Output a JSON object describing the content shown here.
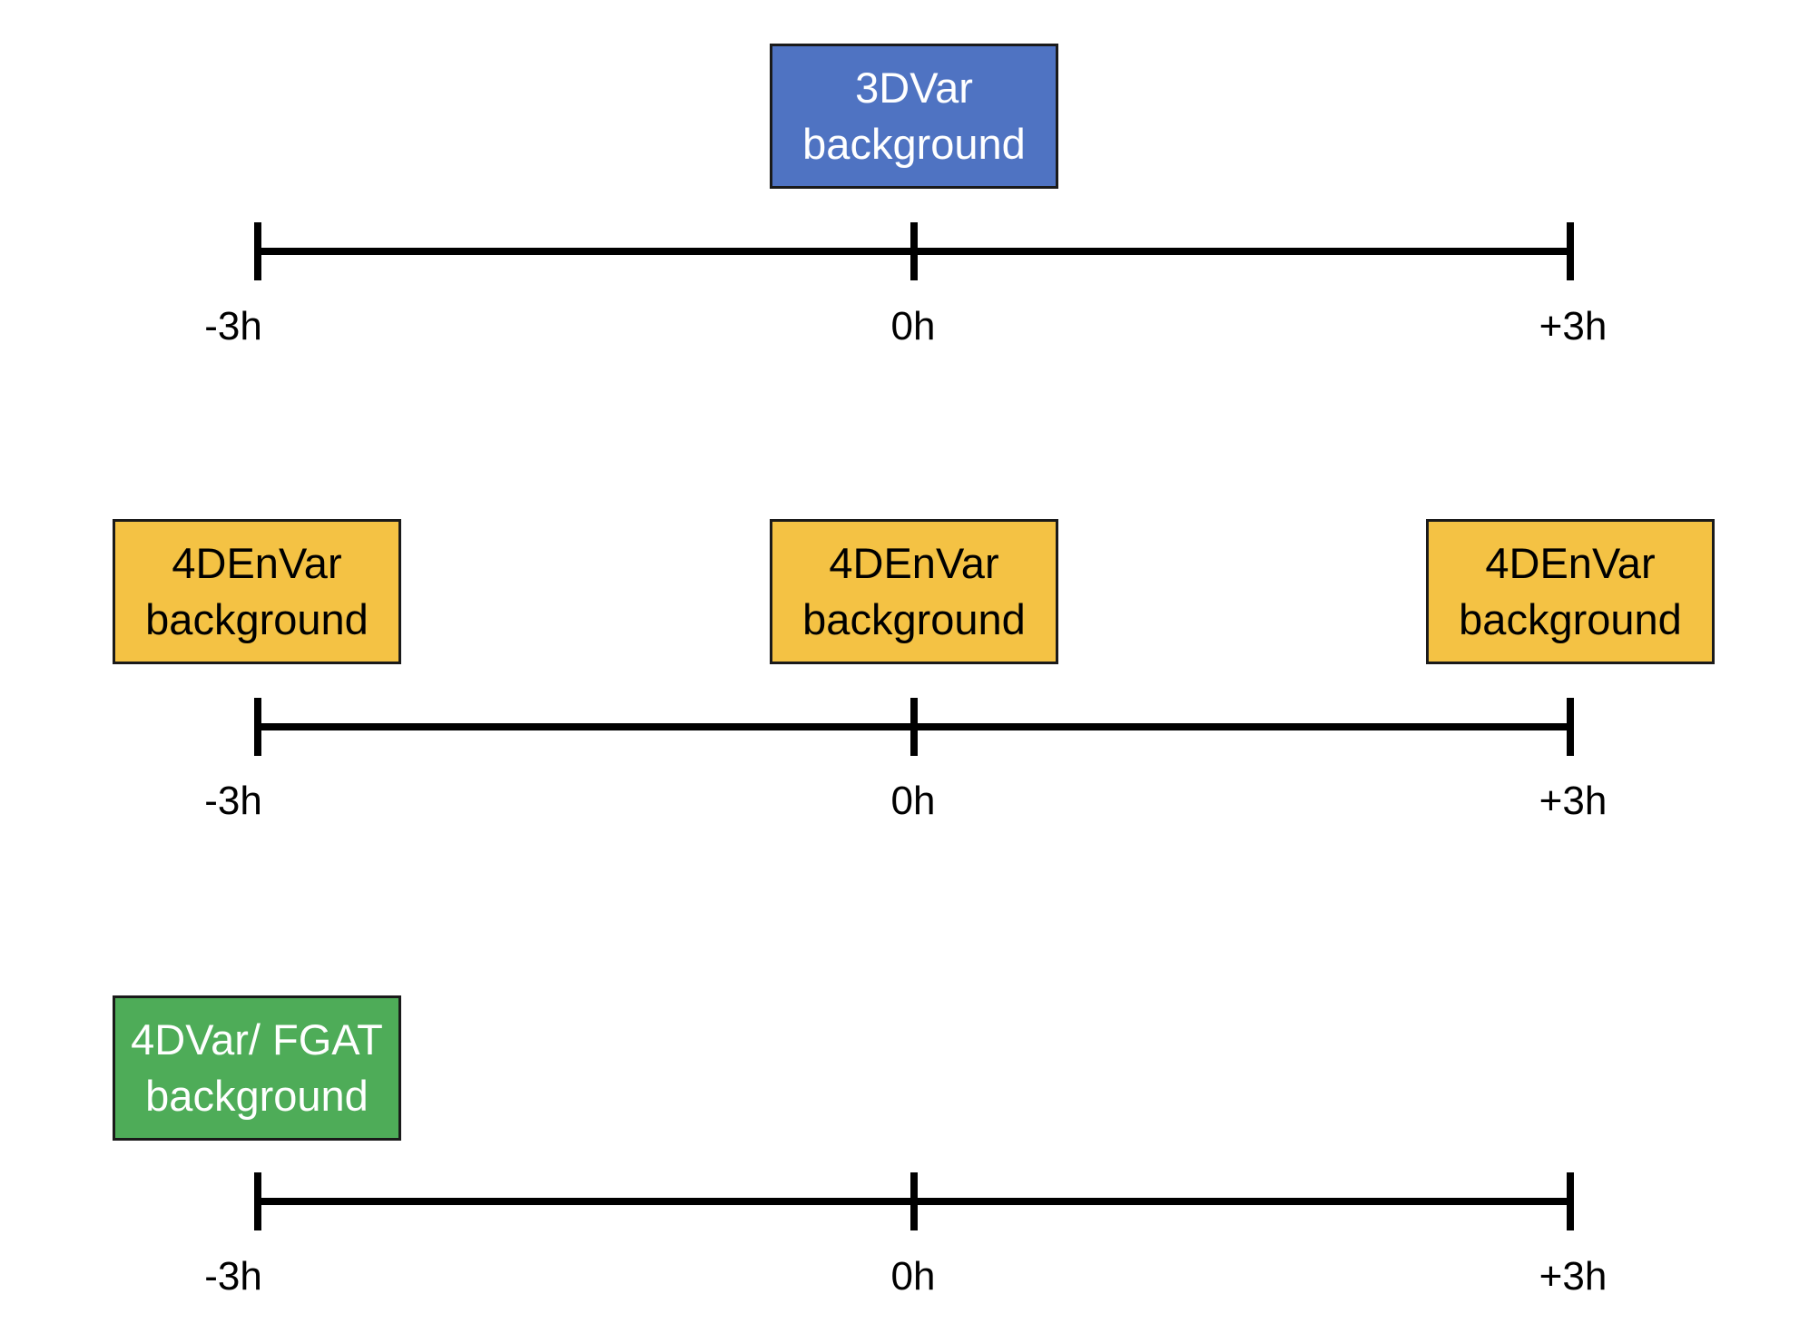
{
  "rows": [
    {
      "boxes": [
        {
          "line1": "3DVar",
          "line2": "background",
          "color": "#4f73c2"
        }
      ],
      "ticks": [
        "-3h",
        "0h",
        "+3h"
      ]
    },
    {
      "boxes": [
        {
          "line1": "4DEnVar",
          "line2": "background",
          "color": "#f4c244"
        },
        {
          "line1": "4DEnVar",
          "line2": "background",
          "color": "#f4c244"
        },
        {
          "line1": "4DEnVar",
          "line2": "background",
          "color": "#f4c244"
        }
      ],
      "ticks": [
        "-3h",
        "0h",
        "+3h"
      ]
    },
    {
      "boxes": [
        {
          "line1": "4DVar/ FGAT",
          "line2": "background",
          "color": "#4eac58"
        }
      ],
      "ticks": [
        "-3h",
        "0h",
        "+3h"
      ]
    }
  ]
}
